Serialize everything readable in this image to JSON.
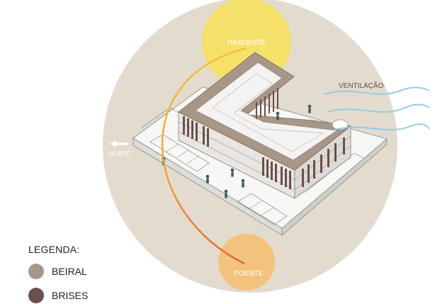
{
  "labels": {
    "sunrise": "NASCENTE",
    "sunset": "POENTE",
    "ventilation": "VENTILAÇÃO",
    "north": "NORTE"
  },
  "legend": {
    "title": "LEGENDA:",
    "items": [
      {
        "label": "BEIRAL",
        "color": "#a89787"
      },
      {
        "label": "BRISES",
        "color": "#6b4f4a"
      }
    ]
  },
  "colors": {
    "site_disc": "#e3dbcd",
    "sun_rise": "#f5e06a",
    "sun_set": "#f3c27c",
    "sun_path_start": "#f0c330",
    "sun_path_end": "#e8602a",
    "ventilation": "#8ecae6",
    "eave": "#a89787",
    "brise": "#6b4f4a",
    "people": "#3a5a55"
  }
}
